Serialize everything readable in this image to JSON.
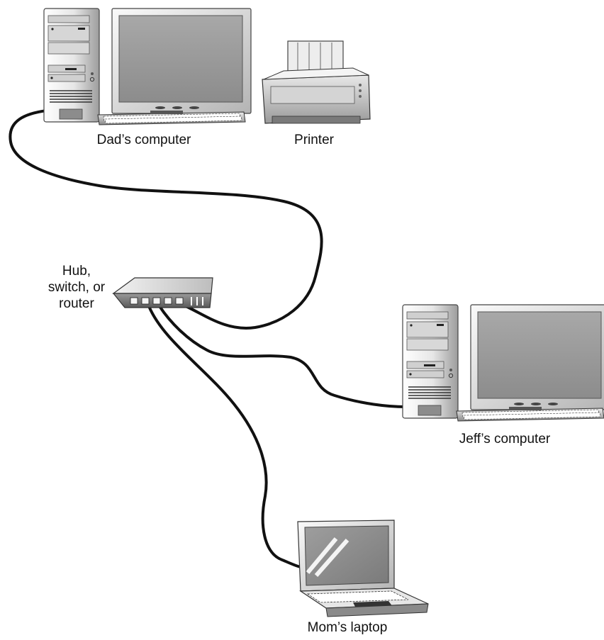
{
  "diagram": {
    "nodes": {
      "dads_computer": {
        "label": "Dad’s computer"
      },
      "printer": {
        "label": "Printer"
      },
      "hub": {
        "label_lines": [
          "Hub,",
          "switch, or",
          "router"
        ]
      },
      "jeffs_computer": {
        "label": "Jeff’s computer"
      },
      "moms_laptop": {
        "label": "Mom’s laptop"
      }
    },
    "connections": [
      {
        "from": "hub",
        "to": "dads_computer"
      },
      {
        "from": "hub",
        "to": "jeffs_computer"
      },
      {
        "from": "hub",
        "to": "moms_laptop"
      }
    ]
  },
  "colors": {
    "cable": "#111111",
    "case": "#dcdcdc",
    "screen": "#9a9a9a",
    "outline": "#333333"
  }
}
